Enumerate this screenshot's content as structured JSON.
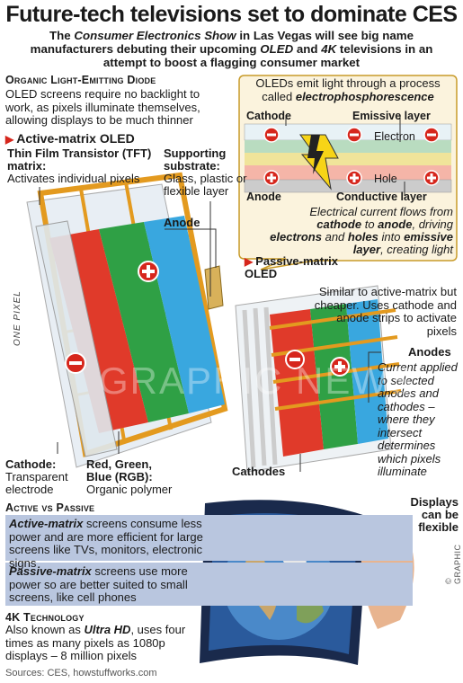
{
  "title": "Future-tech televisions set to dominate CES",
  "subtitle": {
    "p1": "The ",
    "show": "Consumer Electronics Show",
    "p2": " in Las Vegas will see big name manufacturers debuting their upcoming ",
    "oled": "OLED",
    "p3": " and ",
    "k4": "4K",
    "p4": " televisions in an attempt to boost a flagging consumer market"
  },
  "oled_section": {
    "heading": "Organic Light-Emitting Diode",
    "text": "OLED screens require no backlight to work, as pixels illuminate themselves, allowing displays to be much thinner"
  },
  "bubble": {
    "intro1": "OLEDs emit light through a process",
    "intro2": "called ",
    "intro_term": "electrophosphorescence",
    "cathode": "Cathode",
    "emissive": "Emissive layer",
    "electron": "Electron",
    "hole": "Hole",
    "anode": "Anode",
    "conductive": "Conductive layer",
    "flow": {
      "a": "Electrical current flows from ",
      "b": "cathode",
      "c": " to ",
      "d": "anode",
      "e": ", driving ",
      "f": "electrons",
      "g": " and ",
      "h": "holes",
      "i": " into ",
      "j": "emissive layer",
      "k": ", creating light"
    }
  },
  "active": {
    "heading": "Active-matrix OLED",
    "tft_head": "Thin Film Transistor (TFT) matrix:",
    "tft_text": "Activates individual pixels",
    "sub_head": "Supporting substrate:",
    "sub_text": "Glass, plastic or flexible layer",
    "anode": "Anode",
    "one_pixel": "ONE PIXEL",
    "cathode_head": "Cathode:",
    "cathode_text": "Transparent electrode",
    "rgb_head": "Red, Green, Blue (RGB):",
    "rgb_text": "Organic polymer"
  },
  "passive": {
    "heading": "Passive-matrix OLED",
    "text": "Similar to active-matrix but cheaper. Uses cathode and anode strips to activate pixels",
    "anodes": "Anodes",
    "current": "Current applied to selected anodes and cathodes – where they intersect determines which pixels illuminate",
    "cathodes": "Cathodes"
  },
  "watermark": "GRAPHIC NEWS",
  "vs": {
    "heading": "Active vs Passive",
    "active_term": "Active-matrix",
    "active_text": " screens consume less power and are more efficient for large screens like TVs, monitors, electronic signs",
    "passive_term": "Passive-matrix",
    "passive_text": " screens use more power so are better suited to small screens, like cell phones"
  },
  "flexible": "Displays can be flexible",
  "k4": {
    "heading": "4K Technology",
    "p1": "Also known as ",
    "term": "Ultra HD",
    "p2": ", uses four times as many pixels as 1080p displays – 8 million pixels"
  },
  "sources": "Sources: CES, howstuffworks.com",
  "credit": "© GRAPHIC NEWS",
  "colors": {
    "accent_red": "#d6261c",
    "panel_blue": "#b9c6df",
    "bubble_fill": "#fbf3dd",
    "bubble_stroke": "#c89b2a"
  },
  "icons": [
    "warning-triangle-icon",
    "lightning-icon",
    "plus-icon",
    "minus-icon",
    "hand-icon"
  ]
}
